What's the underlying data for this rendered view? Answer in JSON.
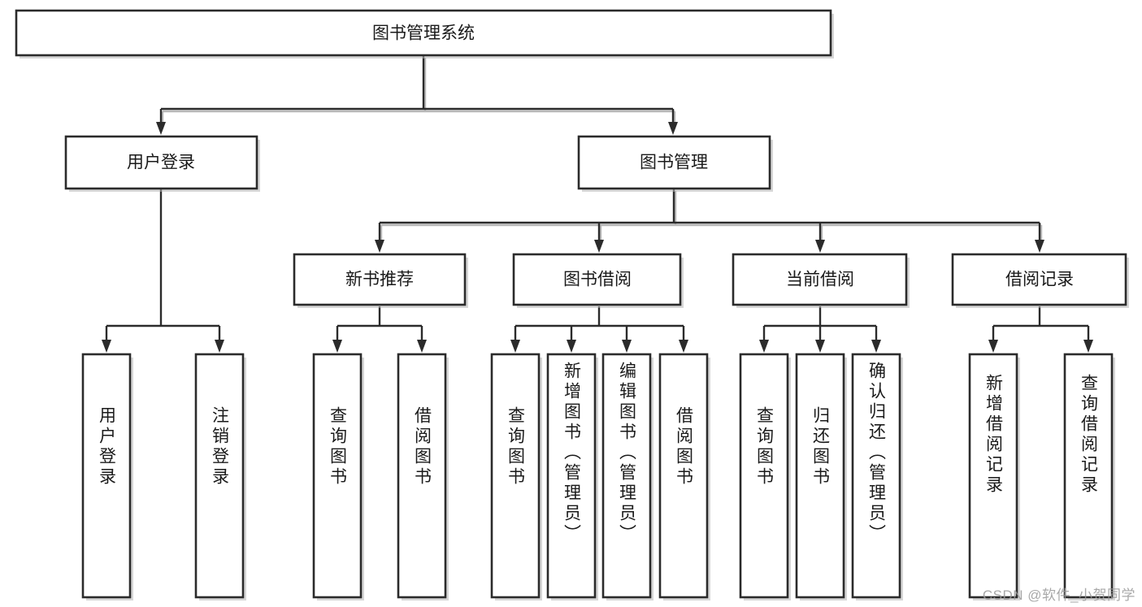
{
  "diagram": {
    "type": "tree-hierarchy",
    "orientation": "top-down",
    "root": {
      "label": "图书管理系统"
    },
    "level2": [
      {
        "label": "用户登录"
      },
      {
        "label": "图书管理"
      }
    ],
    "level3": [
      {
        "label": "新书推荐",
        "parent": "图书管理"
      },
      {
        "label": "图书借阅",
        "parent": "图书管理"
      },
      {
        "label": "当前借阅",
        "parent": "图书管理"
      },
      {
        "label": "借阅记录",
        "parent": "图书管理"
      }
    ],
    "leaves": [
      {
        "label": "用户登录",
        "parent": "用户登录"
      },
      {
        "label": "注销登录",
        "parent": "用户登录"
      },
      {
        "label": "查询图书",
        "parent": "新书推荐"
      },
      {
        "label": "借阅图书",
        "parent": "新书推荐"
      },
      {
        "label": "查询图书",
        "parent": "图书借阅"
      },
      {
        "label": "新增图书（管理员）",
        "parent": "图书借阅"
      },
      {
        "label": "编辑图书（管理员）",
        "parent": "图书借阅"
      },
      {
        "label": "借阅图书",
        "parent": "图书借阅"
      },
      {
        "label": "查询图书",
        "parent": "当前借阅"
      },
      {
        "label": "归还图书",
        "parent": "当前借阅"
      },
      {
        "label": "确认归还（管理员）",
        "parent": "当前借阅"
      },
      {
        "label": "新增借阅记录",
        "parent": "借阅记录"
      },
      {
        "label": "查询借阅记录",
        "parent": "借阅记录"
      }
    ],
    "colors": {
      "box_stroke": "#2b2b2b",
      "box_fill": "#ffffff",
      "connector": "#2b2b2b",
      "text": "#1a1a1a",
      "background": "#ffffff",
      "watermark": "#9a9a9a"
    }
  },
  "watermark": {
    "text": "CSDN @软件_小贺同学"
  }
}
